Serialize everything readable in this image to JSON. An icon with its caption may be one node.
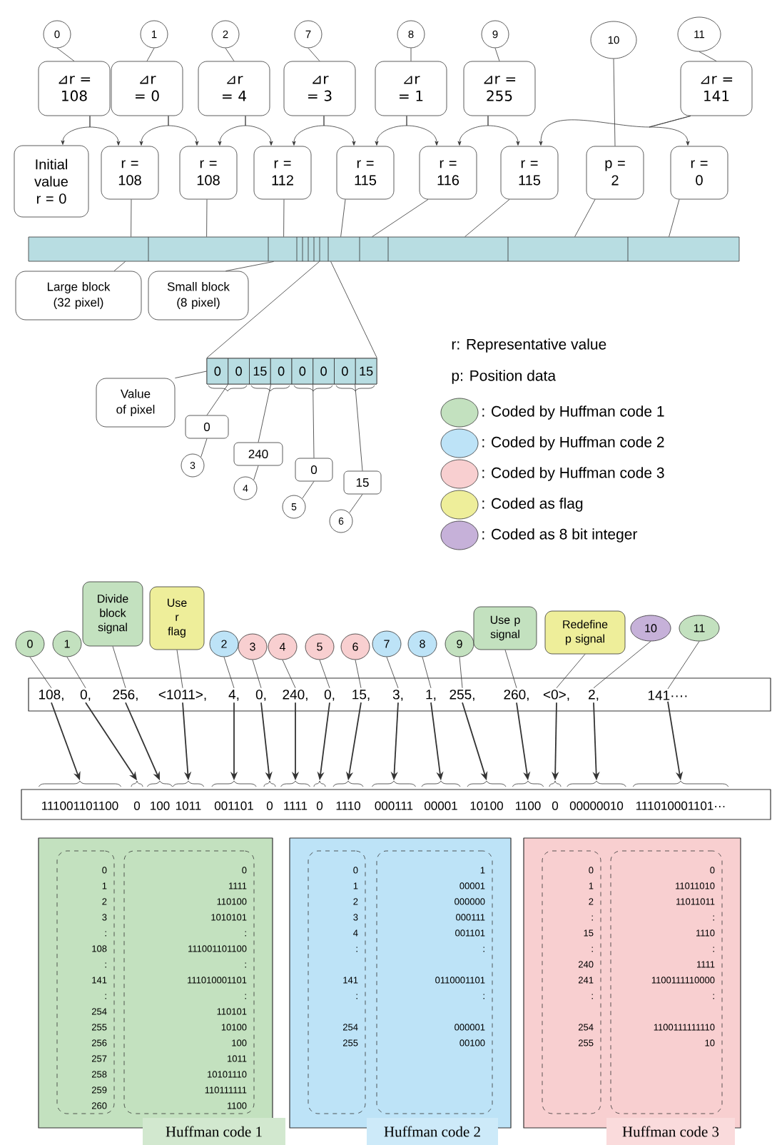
{
  "diagram": {
    "nodes": [
      {
        "text": [
          "0"
        ]
      },
      {
        "text": [
          "1"
        ]
      },
      {
        "text": [
          "2"
        ]
      },
      {
        "text": [
          "7"
        ]
      },
      {
        "text": [
          "8"
        ]
      },
      {
        "text": [
          "9"
        ]
      },
      {
        "text": [
          "10"
        ]
      },
      {
        "text": [
          "11"
        ]
      },
      {
        "text": [
          "⊿r = 108"
        ]
      },
      {
        "text": [
          "⊿r = 0"
        ]
      },
      {
        "text": [
          "⊿r = 4"
        ]
      },
      {
        "text": [
          "⊿r = 3"
        ]
      },
      {
        "text": [
          "⊿r = 1"
        ]
      },
      {
        "text": [
          "⊿r = 255"
        ]
      },
      {
        "text": [
          "⊿r = 141"
        ]
      },
      {
        "text": [
          "Initial value r = 0"
        ]
      },
      {
        "text": [
          "r = 108"
        ]
      },
      {
        "text": [
          "r = 108"
        ]
      },
      {
        "text": [
          "r = 112"
        ]
      },
      {
        "text": [
          "r = 115"
        ]
      },
      {
        "text": [
          "r = 116"
        ]
      },
      {
        "text": [
          "r = 115"
        ]
      },
      {
        "text": [
          "p = 2"
        ]
      },
      {
        "text": [
          "r = 0"
        ]
      },
      {
        "text": [],
        "shape": "bar"
      },
      {
        "text": [
          "Large block (32 pixel)"
        ]
      },
      {
        "text": [
          "Small block (8 pixel)"
        ]
      },
      {
        "text": [
          "0",
          "0",
          "15",
          "0",
          "0",
          "0",
          "0",
          "15"
        ]
      },
      {
        "text": [
          "Value of pixel"
        ]
      },
      {
        "text": [
          "0"
        ]
      },
      {
        "text": [
          "240"
        ]
      },
      {
        "text": [
          "0"
        ]
      },
      {
        "text": [
          "15"
        ]
      },
      {
        "text": [
          "3"
        ]
      },
      {
        "text": [
          "4"
        ]
      },
      {
        "text": [
          "5"
        ]
      },
      {
        "text": [
          "6"
        ]
      },
      {
        "text": [],
        "shape": "box"
      },
      {
        "text": [
          "108,"
        ],
        "in": 37
      },
      {
        "text": [
          "0,"
        ],
        "in": 37
      },
      {
        "text": [
          "256,"
        ],
        "in": 37
      },
      {
        "text": [
          "<1011>,"
        ],
        "in": 37
      },
      {
        "text": [
          "4,"
        ],
        "in": 37
      },
      {
        "text": [
          "0,"
        ],
        "in": 37
      },
      {
        "text": [
          "240,"
        ],
        "in": 37
      },
      {
        "text": [
          "0,"
        ],
        "in": 37
      },
      {
        "text": [
          "15,"
        ],
        "in": 37
      },
      {
        "text": [
          "3,"
        ],
        "in": 37
      },
      {
        "text": [
          "1,"
        ],
        "in": 37
      },
      {
        "text": [
          "255,"
        ],
        "in": 37
      },
      {
        "text": [
          "260,"
        ],
        "in": 37
      },
      {
        "text": [
          "<0>,"
        ],
        "in": 37
      },
      {
        "text": [
          "2,"
        ],
        "in": 37
      },
      {
        "text": [
          "141····"
        ],
        "in": 37
      },
      {
        "text": [
          "0"
        ]
      },
      {
        "text": [
          "1"
        ]
      },
      {
        "text": [
          "Divide block signal"
        ]
      },
      {
        "text": [
          "Use r flag"
        ]
      },
      {
        "text": [
          "2"
        ]
      },
      {
        "text": [
          "3"
        ]
      },
      {
        "text": [
          "4"
        ]
      },
      {
        "text": [
          "5"
        ]
      },
      {
        "text": [
          "6"
        ]
      },
      {
        "text": [
          "7"
        ]
      },
      {
        "text": [
          "8"
        ]
      },
      {
        "text": [
          "9"
        ]
      },
      {
        "text": [
          "Use p signal"
        ]
      },
      {
        "text": [
          "Redefine p signal"
        ]
      },
      {
        "text": [
          "10"
        ]
      },
      {
        "text": [
          "11"
        ]
      },
      {
        "text": [
          "111001101100"
        ]
      },
      {
        "text": [
          "0"
        ]
      },
      {
        "text": [
          "100"
        ]
      },
      {
        "text": [
          "1011"
        ]
      },
      {
        "text": [
          "001101"
        ]
      },
      {
        "text": [
          "0"
        ]
      },
      {
        "text": [
          "1111"
        ]
      },
      {
        "text": [
          "0"
        ]
      },
      {
        "text": [
          "1110"
        ]
      },
      {
        "text": [
          "000111"
        ]
      },
      {
        "text": [
          "00001"
        ]
      },
      {
        "text": [
          "10100"
        ]
      },
      {
        "text": [
          "1100"
        ]
      },
      {
        "text": [
          "0"
        ]
      },
      {
        "text": [
          "00000010"
        ]
      },
      {
        "text": [
          "111010001101···"
        ]
      },
      {
        "text": [
          "Huffman code 1"
        ]
      },
      {
        "text": [
          "0",
          "1",
          "2",
          "3",
          ":",
          "108",
          ":",
          "141",
          ":",
          "254",
          "255",
          "256",
          "257",
          "258",
          "259",
          "260"
        ],
        "in": 86
      },
      {
        "text": [
          "0",
          "1111",
          "110100",
          "1010101",
          ":",
          "111001101100",
          ":",
          "111010001101",
          ":",
          "110101",
          "10100",
          "100",
          "1011",
          "10101110",
          "110111111",
          "1100"
        ],
        "in": 86
      },
      {
        "text": [
          "Huffman code 2"
        ]
      },
      {
        "text": [
          "0",
          "1",
          "2",
          "3",
          "4",
          ":",
          "141",
          ":",
          "254",
          "255"
        ],
        "in": 89
      },
      {
        "text": [
          "1",
          "00001",
          "000000",
          "000111",
          "001101",
          ":",
          "0110001101",
          ":",
          "000001",
          "00100"
        ],
        "in": 89
      },
      {
        "text": [
          "Huffman code 3"
        ]
      },
      {
        "text": [
          "0",
          "1",
          "2",
          ":",
          "15",
          ":",
          "240",
          "241",
          ":",
          "254",
          "255"
        ],
        "in": 92
      },
      {
        "text": [
          "0",
          "11011010",
          "11011011",
          ":",
          "1110",
          ":",
          "1111",
          "1100111110000",
          ":",
          "1100111111110",
          "10"
        ],
        "in": 92
      }
    ],
    "edges": [
      {
        "from": 0,
        "to": 8,
        "arrow": "none"
      },
      {
        "from": 1,
        "to": 9,
        "arrow": "none"
      },
      {
        "from": 2,
        "to": 10,
        "arrow": "none"
      },
      {
        "from": 3,
        "to": 11,
        "arrow": "none"
      },
      {
        "from": 4,
        "to": 12,
        "arrow": "none"
      },
      {
        "from": 5,
        "to": 13,
        "arrow": "none"
      },
      {
        "from": 6,
        "to": 22,
        "arrow": "none"
      },
      {
        "from": 7,
        "to": 14,
        "arrow": "none"
      },
      {
        "from": 8,
        "to": 15,
        "arrow": "to"
      },
      {
        "from": 8,
        "to": 16,
        "arrow": "to"
      },
      {
        "from": 9,
        "to": 16,
        "arrow": "to"
      },
      {
        "from": 9,
        "to": 17,
        "arrow": "to"
      },
      {
        "from": 10,
        "to": 17,
        "arrow": "to"
      },
      {
        "from": 10,
        "to": 18,
        "arrow": "to"
      },
      {
        "from": 11,
        "to": 18,
        "arrow": "to"
      },
      {
        "from": 11,
        "to": 19,
        "arrow": "to"
      },
      {
        "from": 12,
        "to": 19,
        "arrow": "to"
      },
      {
        "from": 12,
        "to": 20,
        "arrow": "to"
      },
      {
        "from": 13,
        "to": 20,
        "arrow": "to"
      },
      {
        "from": 13,
        "to": 21,
        "arrow": "to"
      },
      {
        "from": 14,
        "to": 21,
        "arrow": "to"
      },
      {
        "from": 14,
        "to": 23,
        "arrow": "to"
      },
      {
        "from": 16,
        "to": 24,
        "arrow": "none"
      },
      {
        "from": 17,
        "to": 24,
        "arrow": "none"
      },
      {
        "from": 18,
        "to": 24,
        "arrow": "none"
      },
      {
        "from": 19,
        "to": 24,
        "arrow": "none"
      },
      {
        "from": 20,
        "to": 24,
        "arrow": "none"
      },
      {
        "from": 21,
        "to": 24,
        "arrow": "none"
      },
      {
        "from": 22,
        "to": 24,
        "arrow": "none"
      },
      {
        "from": 23,
        "to": 24,
        "arrow": "none"
      },
      {
        "from": 25,
        "to": 24,
        "arrow": "none"
      },
      {
        "from": 26,
        "to": 24,
        "arrow": "none"
      },
      {
        "from": 24,
        "to": 27,
        "arrow": "none"
      },
      {
        "from": 28,
        "to": 27,
        "arrow": "none"
      },
      {
        "from": 29,
        "to": 27,
        "arrow": "none"
      },
      {
        "from": 30,
        "to": 27,
        "arrow": "none"
      },
      {
        "from": 31,
        "to": 27,
        "arrow": "none"
      },
      {
        "from": 32,
        "to": 27,
        "arrow": "none"
      },
      {
        "from": 33,
        "to": 29,
        "arrow": "none"
      },
      {
        "from": 34,
        "to": 30,
        "arrow": "none"
      },
      {
        "from": 35,
        "to": 31,
        "arrow": "none"
      },
      {
        "from": 36,
        "to": 32,
        "arrow": "none"
      },
      {
        "from": 54,
        "to": 38,
        "arrow": "none"
      },
      {
        "from": 55,
        "to": 39,
        "arrow": "none"
      },
      {
        "from": 56,
        "to": 40,
        "arrow": "none"
      },
      {
        "from": 57,
        "to": 41,
        "arrow": "none"
      },
      {
        "from": 58,
        "to": 42,
        "arrow": "none"
      },
      {
        "from": 59,
        "to": 43,
        "arrow": "none"
      },
      {
        "from": 60,
        "to": 44,
        "arrow": "none"
      },
      {
        "from": 61,
        "to": 45,
        "arrow": "none"
      },
      {
        "from": 62,
        "to": 46,
        "arrow": "none"
      },
      {
        "from": 63,
        "to": 47,
        "arrow": "none"
      },
      {
        "from": 64,
        "to": 48,
        "arrow": "none"
      },
      {
        "from": 65,
        "to": 49,
        "arrow": "none"
      },
      {
        "from": 66,
        "to": 50,
        "arrow": "none"
      },
      {
        "from": 67,
        "to": 51,
        "arrow": "none"
      },
      {
        "from": 68,
        "to": 52,
        "arrow": "none"
      },
      {
        "from": 69,
        "to": 53,
        "arrow": "none"
      },
      {
        "from": 38,
        "to": 70,
        "arrow": "to"
      },
      {
        "from": 39,
        "to": 71,
        "arrow": "to"
      },
      {
        "from": 40,
        "to": 72,
        "arrow": "to"
      },
      {
        "from": 41,
        "to": 73,
        "arrow": "to"
      },
      {
        "from": 42,
        "to": 74,
        "arrow": "to"
      },
      {
        "from": 43,
        "to": 75,
        "arrow": "to"
      },
      {
        "from": 44,
        "to": 76,
        "arrow": "to"
      },
      {
        "from": 45,
        "to": 77,
        "arrow": "to"
      },
      {
        "from": 46,
        "to": 78,
        "arrow": "to"
      },
      {
        "from": 47,
        "to": 79,
        "arrow": "to"
      },
      {
        "from": 48,
        "to": 80,
        "arrow": "to"
      },
      {
        "from": 49,
        "to": 81,
        "arrow": "to"
      },
      {
        "from": 50,
        "to": 82,
        "arrow": "to"
      },
      {
        "from": 51,
        "to": 83,
        "arrow": "to"
      },
      {
        "from": 52,
        "to": 84,
        "arrow": "to"
      },
      {
        "from": 53,
        "to": 85,
        "arrow": "to"
      }
    ],
    "labels": [
      "r: Representative value",
      "p: Position data"
    ],
    "legend": [
      {
        "text": ": Coded by Huffman code 1",
        "color": "#c3e1bf"
      },
      {
        "text": ": Coded by Huffman code 2",
        "color": "#bde3f7"
      },
      {
        "text": ": Coded by Huffman code 3",
        "color": "#f8cfd0"
      },
      {
        "text": ": Coded as flag",
        "color": "#eeee9a"
      },
      {
        "text": ": Coded as 8 bit integer",
        "color": "#c6b1d9"
      }
    ]
  }
}
